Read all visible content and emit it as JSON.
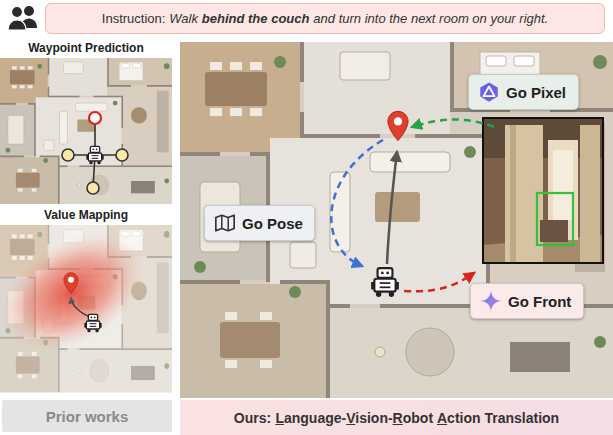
{
  "diagram": {
    "nodes": [
      {
        "text": [
          "Instruction:",
          "Walk",
          "behind the couch",
          "and turn into the next room on your right."
        ]
      },
      {
        "text": [
          "Waypoint Prediction"
        ]
      },
      {
        "text": [
          "Value Mapping"
        ]
      },
      {
        "text": [
          "Prior works"
        ]
      },
      {
        "text": [
          "Go Pixel"
        ]
      },
      {
        "text": [
          "Go Pose"
        ]
      },
      {
        "text": [
          "Go Front"
        ]
      },
      {
        "text": [
          "Ours:",
          "Language-",
          "Vision-",
          "Robot",
          "Action",
          "Translation"
        ]
      }
    ]
  }
}
